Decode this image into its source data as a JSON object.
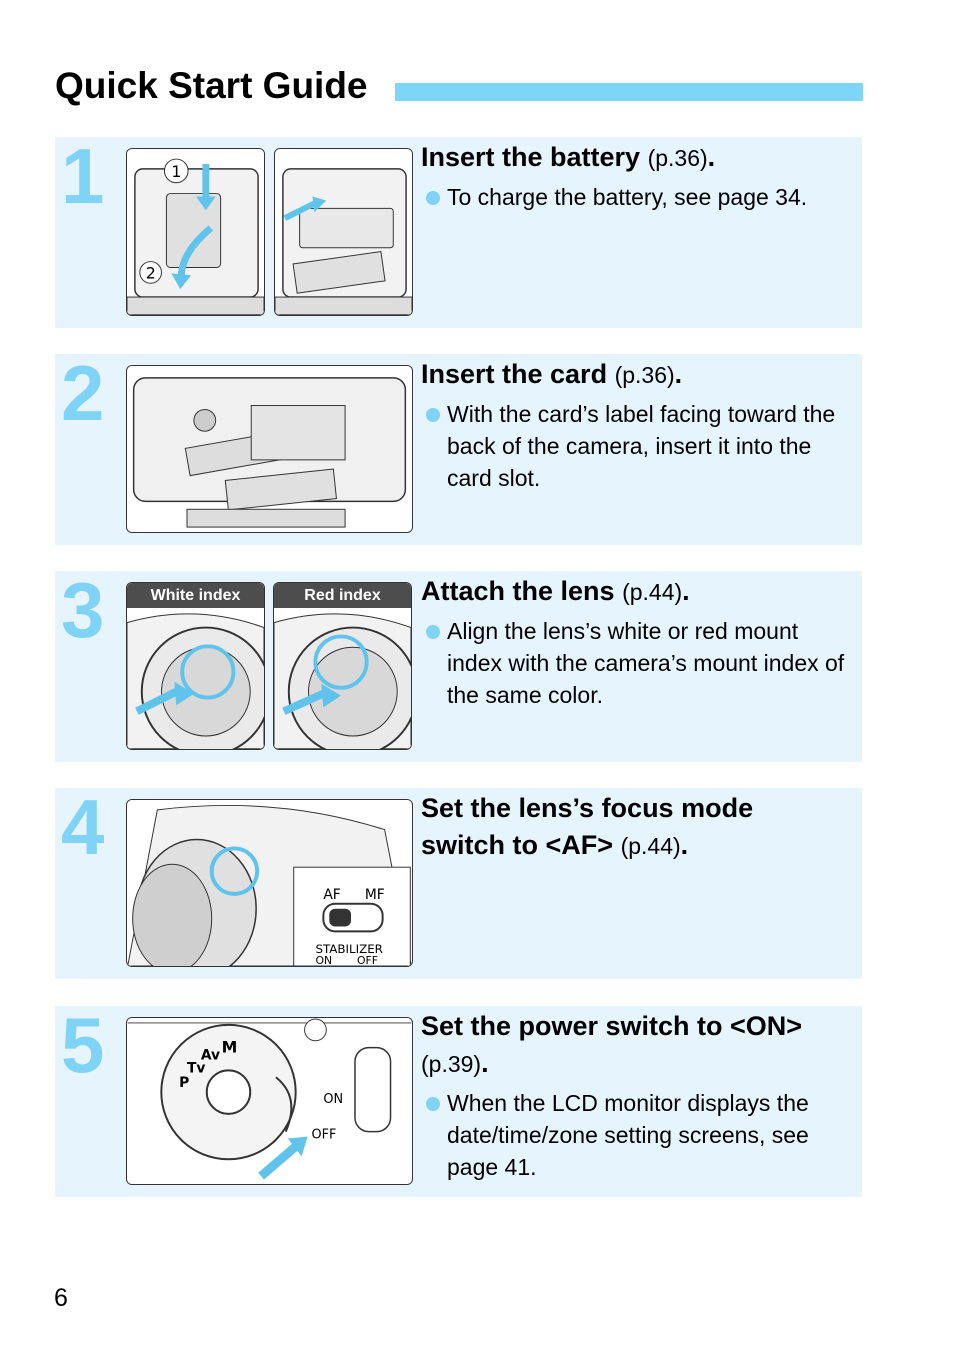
{
  "page": {
    "title": "Quick Start Guide",
    "number": "6"
  },
  "steps": [
    {
      "num": "1",
      "heading": "Insert the battery",
      "ref": "(p.36)",
      "period": ".",
      "bullets": [
        "To charge the battery, see page 34."
      ]
    },
    {
      "num": "2",
      "heading": "Insert the card",
      "ref": "(p.36)",
      "period": ".",
      "bullets": [
        "With the card’s label facing toward the back of the camera, insert it into the card slot."
      ]
    },
    {
      "num": "3",
      "heading": "Attach the lens",
      "ref": "(p.44)",
      "period": ".",
      "labels": [
        "White index",
        "Red index"
      ],
      "bullets": [
        "Align the lens’s white or red mount index with the camera’s mount index of the same color."
      ]
    },
    {
      "num": "4",
      "heading_line1": "Set the lens’s focus mode",
      "heading_line2": "switch to <AF>",
      "ref": "(p.44)",
      "period": ".",
      "switch_labels": {
        "af": "AF",
        "mf": "MF",
        "stabilizer": "STABILIZER",
        "on": "ON",
        "off": "OFF"
      },
      "bullets": []
    },
    {
      "num": "5",
      "heading": "Set the power switch to <ON>",
      "ref": "(p.39)",
      "period": ".",
      "switch_labels": {
        "on": "ON",
        "off": "OFF"
      },
      "dial_labels": [
        "M",
        "Av",
        "Tv",
        "P"
      ],
      "bullets": [
        "When the LCD monitor displays the date/time/zone setting screens, see page 41."
      ]
    }
  ],
  "colors": {
    "accent": "#7dd6f8",
    "panel": "#e6f5fd",
    "step_number": "#7fd3f6"
  }
}
